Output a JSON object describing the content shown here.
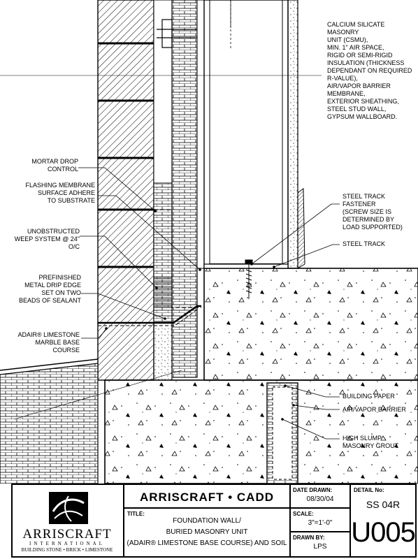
{
  "notes": {
    "wall_assembly": "CALCIUM SILICATE MASONRY\nUNIT (CSMU),\nMIN. 1\" AIR SPACE,\nRIGID OR SEMI-RIGID\nINSULATION (THICKNESS\nDEPENDANT ON REQUIRED\nR-VALUE),\nAIR/VAPOR BARRIER\nMEMBRANE,\nEXTERIOR SHEATHING,\nSTEEL STUD WALL,\nGYPSUM WALLBOARD.",
    "mortar_drop": "MORTAR DROP\nCONTROL",
    "flashing": "FLASHING MEMBRANE\nSURFACE ADHERE\nTO SUBSTRATE",
    "weep": "UNOBSTRUCTED\nWEEP SYSTEM @ 24\" O/C",
    "drip_edge": "PREFINISHED\nMETAL DRIP EDGE\nSET ON TWO\nBEADS OF SEALANT",
    "base_course": "ADAIR® LIMESTONE\nMARBLE BASE COURSE",
    "track_fastener": "STEEL TRACK FASTENER\n(SCREW SIZE IS\nDETERMINED BY\nLOAD SUPPORTED)",
    "steel_track": "STEEL TRACK",
    "building_paper": "BUILDING PAPER",
    "air_vapor": "AIR/VAPOR BARRIER",
    "grout": "HIGH SLUMP\nMASONRY GROUT"
  },
  "titleblock": {
    "company": "ARRISCRAFT",
    "company_sub": "INTERNATIONAL",
    "company_tagline": "BUILDING STONE • BRICK • LIMESTONE",
    "header": "ARRISCRAFT • CADD",
    "title_label": "TITLE:",
    "title_line1": "FOUNDATION WALL/",
    "title_line2": "BURIED MASONRY UNIT",
    "title_line3": "(ADAIR® LIMESTONE BASE COURSE) AND SOIL",
    "date_label": "DATE DRAWN:",
    "date_value": "08/30/04",
    "scale_label": "SCALE:",
    "scale_value": "3\"=1'-0\"",
    "drawn_label": "DRAWN BY:",
    "drawn_value": "LPS",
    "detail_label": "DETAIL No:",
    "detail_sub": "SS 04R",
    "detail_number": "U005"
  },
  "colors": {
    "line": "#000000",
    "background": "#ffffff"
  }
}
